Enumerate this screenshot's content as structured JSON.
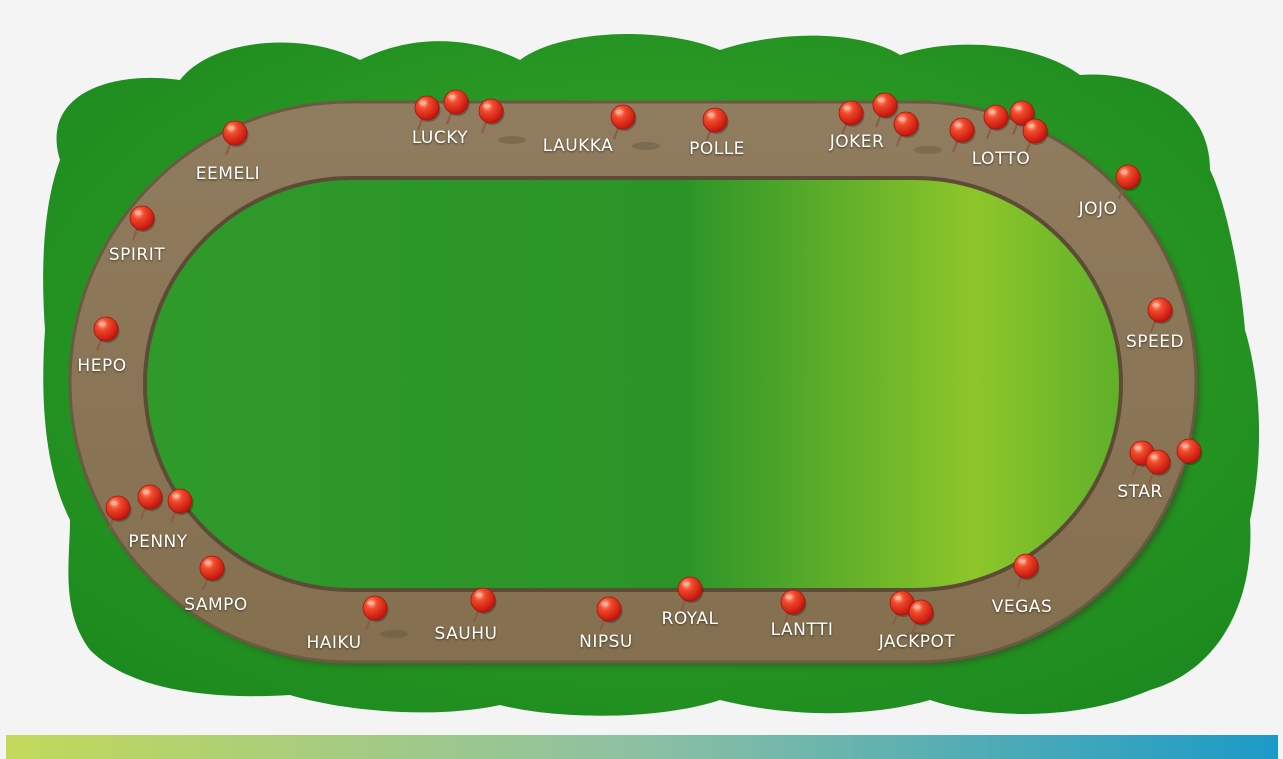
{
  "track": {
    "colors": {
      "page_background": "#f4f4f4",
      "grass_light": "#5fbf2e",
      "grass_dark": "#1f8f1f",
      "infield_light": "#8ec62a",
      "infield_dark": "#2f9a2a",
      "dirt": "#8a7658",
      "dirt_edge": "#6a5a42",
      "pin_red": "#e8231b",
      "pin_highlight": "#ffb29a",
      "pin_needle": "#8a5c46"
    },
    "pin_icon": "map-pushpin-icon",
    "horses": [
      {
        "id": "lucky",
        "name": "LUCKY",
        "pins": 3
      },
      {
        "id": "laukka",
        "name": "LAUKKA",
        "pins": 1
      },
      {
        "id": "polle",
        "name": "POLLE",
        "pins": 1
      },
      {
        "id": "joker",
        "name": "JOKER",
        "pins": 3
      },
      {
        "id": "lotto",
        "name": "LOTTO",
        "pins": 4
      },
      {
        "id": "eemeli",
        "name": "EEMELI",
        "pins": 1
      },
      {
        "id": "spirit",
        "name": "SPIRIT",
        "pins": 1
      },
      {
        "id": "hepo",
        "name": "HEPO",
        "pins": 1
      },
      {
        "id": "jojo",
        "name": "JOJO",
        "pins": 1
      },
      {
        "id": "speed",
        "name": "SPEED",
        "pins": 1
      },
      {
        "id": "star",
        "name": "STAR",
        "pins": 3
      },
      {
        "id": "penny",
        "name": "PENNY",
        "pins": 3
      },
      {
        "id": "sampo",
        "name": "SAMPO",
        "pins": 1
      },
      {
        "id": "vegas",
        "name": "VEGAS",
        "pins": 1
      },
      {
        "id": "haiku",
        "name": "HAIKU",
        "pins": 1
      },
      {
        "id": "sauhu",
        "name": "SAUHU",
        "pins": 1
      },
      {
        "id": "nipsu",
        "name": "NIPSU",
        "pins": 1
      },
      {
        "id": "royal",
        "name": "ROYAL",
        "pins": 1
      },
      {
        "id": "lantti",
        "name": "LANTTI",
        "pins": 1
      },
      {
        "id": "jackpot",
        "name": "JACKPOT",
        "pins": 2
      }
    ]
  },
  "bottom_bar": {
    "gradient": [
      "#c2d95a",
      "#8cc0a2",
      "#1c9ac7"
    ]
  }
}
